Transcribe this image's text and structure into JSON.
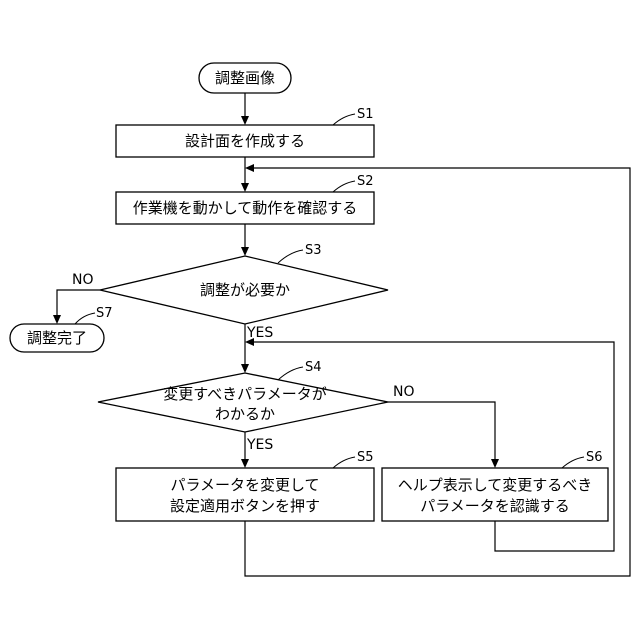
{
  "nodes": {
    "start": {
      "text": "調整画像"
    },
    "s1": {
      "step": "S1",
      "text": "設計面を作成する"
    },
    "s2": {
      "step": "S2",
      "text": "作業機を動かして動作を確認する"
    },
    "s3": {
      "step": "S3",
      "text": "調整が必要か"
    },
    "s4": {
      "step": "S4",
      "line1": "変更すべきパラメータが",
      "line2": "わかるか"
    },
    "s5": {
      "step": "S5",
      "line1": "パラメータを変更して",
      "line2": "設定適用ボタンを押す"
    },
    "s6": {
      "step": "S6",
      "line1": "ヘルプ表示して変更するべき",
      "line2": "パラメータを認識する"
    },
    "s7": {
      "step": "S7",
      "text": "調整完了"
    }
  },
  "edge_labels": {
    "s3_no": "NO",
    "s3_yes": "YES",
    "s4_no": "NO",
    "s4_yes": "YES"
  }
}
